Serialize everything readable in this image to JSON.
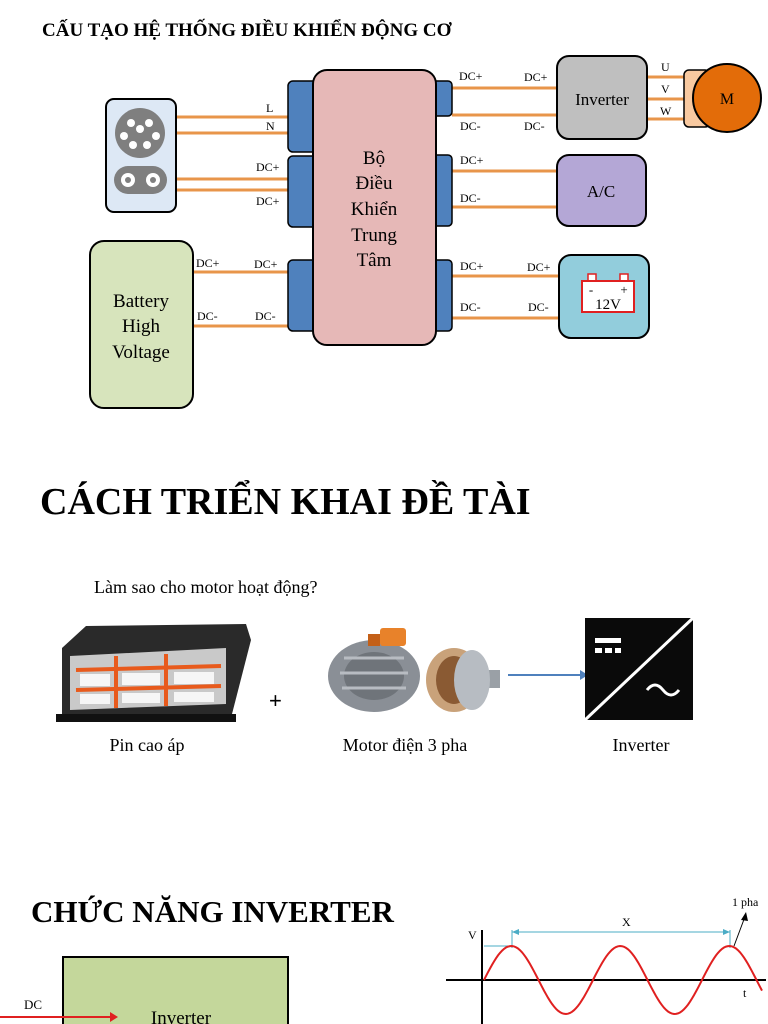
{
  "section1": {
    "title": "CẤU TẠO HỆ THỐNG ĐIỀU KHIỂN ĐỘNG CƠ",
    "controller_lines": [
      "Bộ",
      "Điều",
      "Khiển",
      "Trung",
      "Tâm"
    ],
    "battery_lines": [
      "Battery",
      "High",
      "Voltage"
    ],
    "inverter": "Inverter",
    "ac": "A/C",
    "motor": "M",
    "battery12v": "12V",
    "battery12v_minus": "-",
    "battery12v_plus": "+",
    "labels": {
      "L": "L",
      "N": "N",
      "dcp": "DC+",
      "dcm": "DC-",
      "U": "U",
      "V": "V",
      "W": "W"
    }
  },
  "section2": {
    "title": "CÁCH TRIỂN KHAI ĐỀ TÀI",
    "question": "Làm sao cho motor hoạt động?",
    "plus": "+",
    "captions": [
      "Pin cao áp",
      "Motor điện 3 pha",
      "Inverter"
    ]
  },
  "section3": {
    "title": "CHỨC NĂNG INVERTER",
    "dc_label": "DC",
    "inverter_label": "Inverter",
    "wave_v": "V",
    "wave_x": "X",
    "wave_t": "t",
    "wave_phase": "1 pha"
  },
  "colors": {
    "controller": "#e6b8b7",
    "connector": "#4f81bd",
    "wire": "#e8954a",
    "inverter_box": "#bfbfbf",
    "ac_box": "#b4a7d6",
    "battery12v_box": "#92cddc",
    "battery_hv": "#d7e4bc",
    "motor": "#e36c09",
    "inverter_green": "#c4d79b",
    "sine": "#e02020"
  }
}
